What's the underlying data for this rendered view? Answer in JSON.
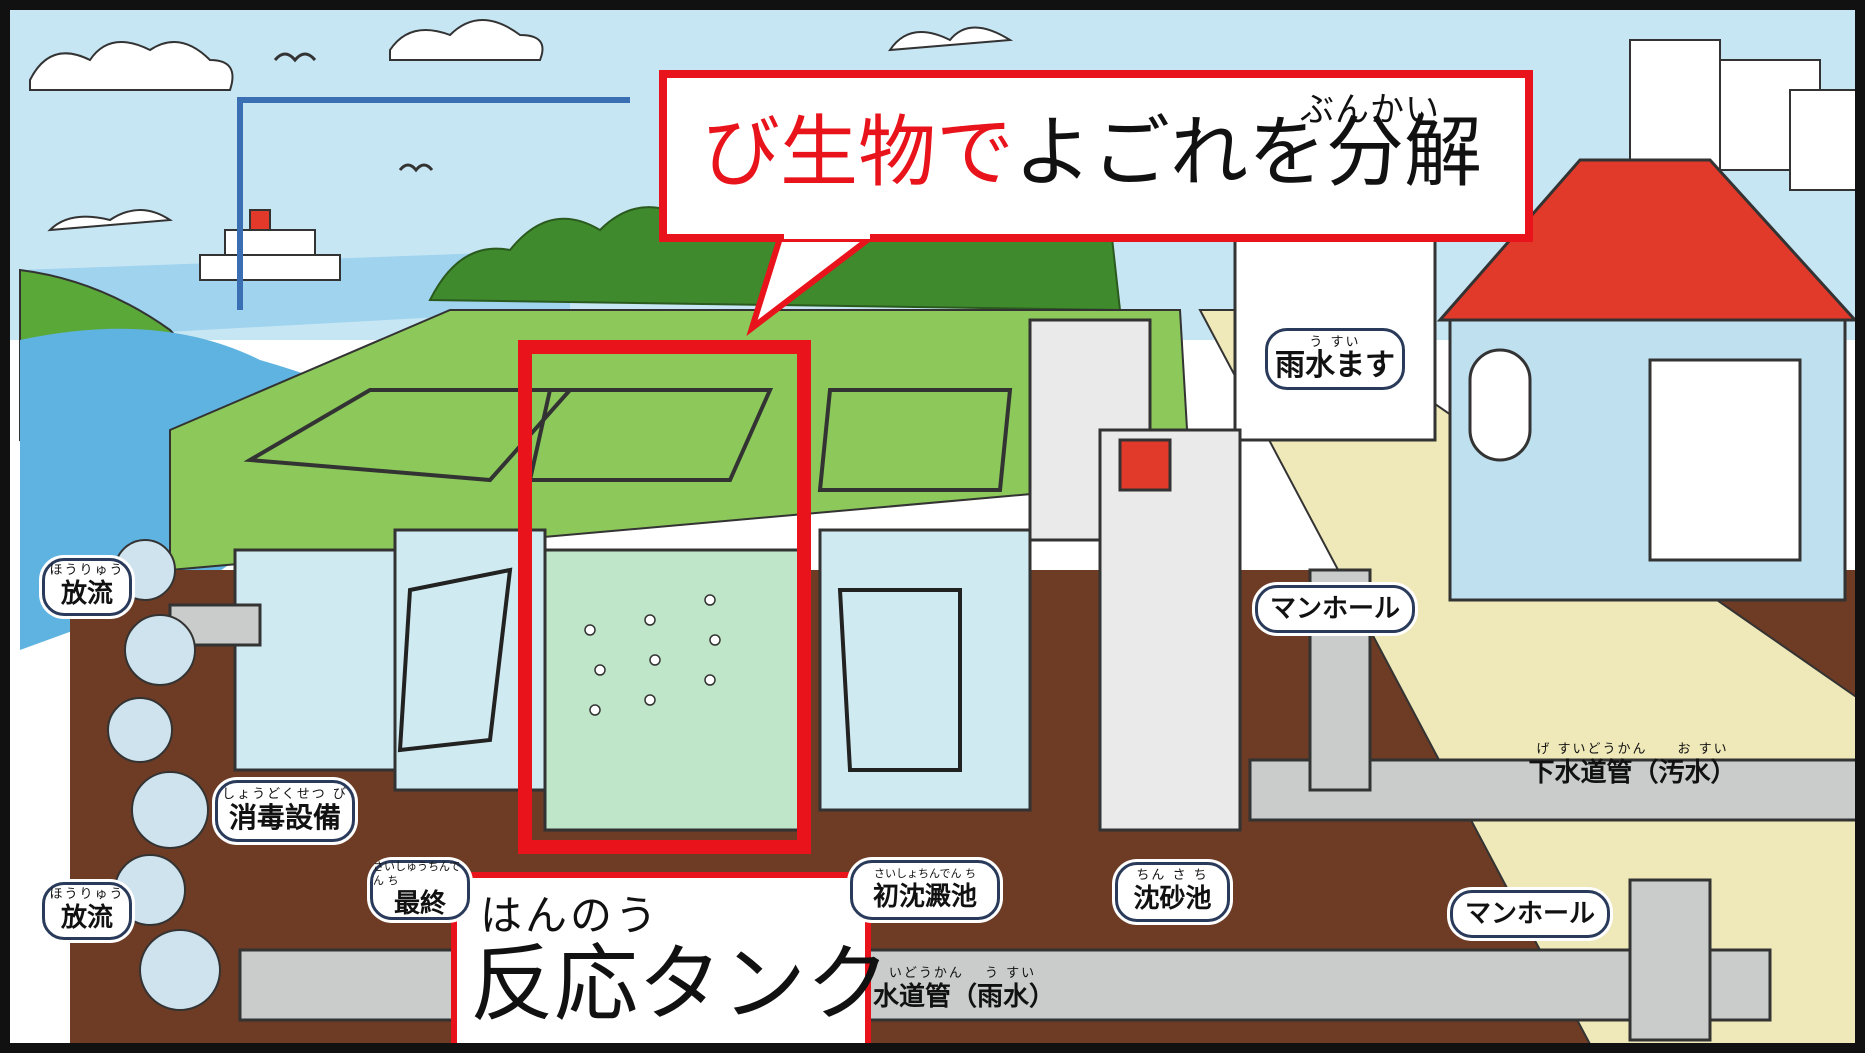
{
  "callout": {
    "ruby": "ぶんかい",
    "text_red": "び生物で",
    "text_black": "よごれを分解"
  },
  "tank_label": {
    "ruby": "はんのう",
    "text": "反応タンク"
  },
  "labels": {
    "rain_basin": {
      "ruby": "う すい",
      "text": "雨水ます"
    },
    "manhole_upper": {
      "text": "マンホール"
    },
    "manhole_lower": {
      "text": "マンホール"
    },
    "sewer_wastewater": {
      "ruby": "げ すいどうかん　　お すい",
      "text": "下水道管（汚水）"
    },
    "sewer_rain": {
      "ruby": "いどうかん　 う すい",
      "text": "水道管（雨水）"
    },
    "discharge_upper": {
      "ruby": "ほうりゅう",
      "text": "放流"
    },
    "discharge_lower": {
      "ruby": "ほうりゅう",
      "text": "放流"
    },
    "disinfection": {
      "ruby": "しょうどくせつ び",
      "text": "消毒設備"
    },
    "final_sedimentation": {
      "ruby": "さいしゅうちんでん ち",
      "text": "最終"
    },
    "primary_sedimentation": {
      "ruby": "さいしょちんでん ち",
      "text": "初沈澱池"
    },
    "grit_chamber": {
      "ruby": "ちん さ ち",
      "text": "沈砂池"
    }
  },
  "colors": {
    "highlight_red": "#e8131b",
    "sky": "#bfe3f2",
    "grass": "#7cc04a",
    "soil": "#6e3b24",
    "pipe": "#c9ccca",
    "sea": "#5fb3e0",
    "roof": "#e23a2a"
  }
}
